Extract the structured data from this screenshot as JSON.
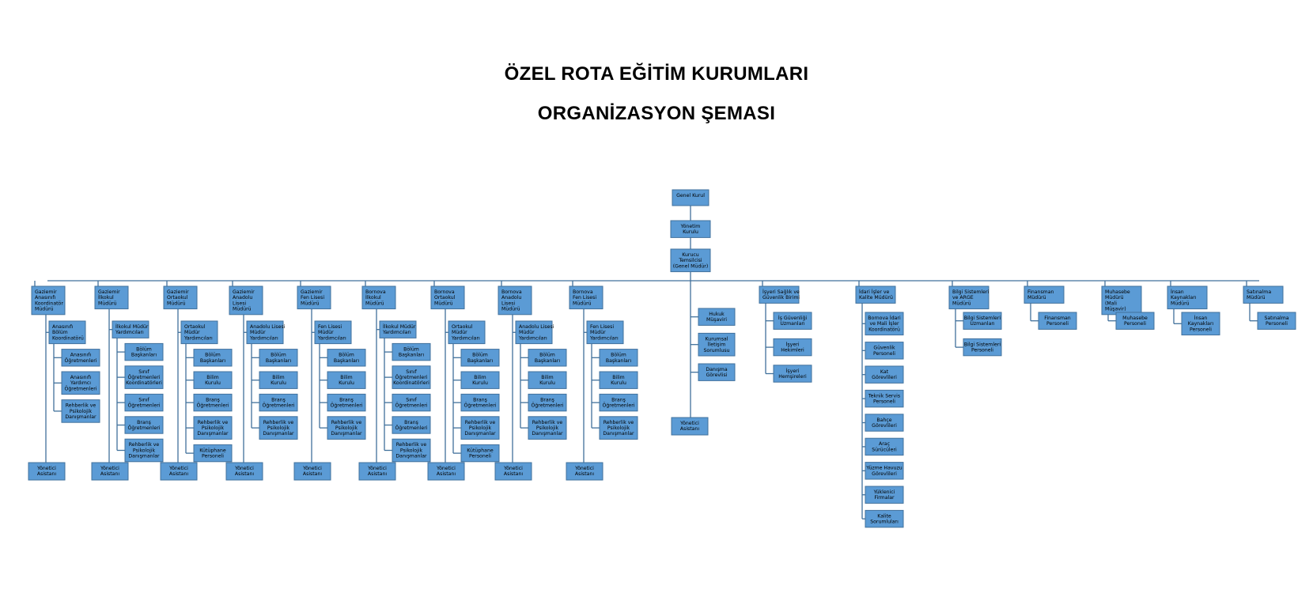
{
  "header": {
    "title": "ÖZEL ROTA EĞİTİM KURUMLARI",
    "subtitle": "ORGANİZASYON ŞEMASI"
  },
  "colors": {
    "box_fill": "#5b9bd5",
    "box_stroke": "#41719c",
    "line": "#41719c"
  },
  "top": [
    {
      "id": "genel-kurul",
      "label": [
        "Genel Kurul"
      ]
    },
    {
      "id": "yonetim-kurulu",
      "label": [
        "Yönetim",
        "Kurulu"
      ]
    },
    {
      "id": "kurucu-temsilcisi",
      "label": [
        "Kurucu",
        "Temsilcisi",
        "(Genel Müdür)"
      ]
    }
  ],
  "units": [
    {
      "id": "g-anasinifi",
      "head": [
        "Gaziemir",
        "Anasınıfı",
        "Koordinatör",
        "Müdürü"
      ],
      "deputy": [
        "Anasınıfı",
        "Bölüm",
        "Koordinatörü"
      ],
      "children": [
        [
          "Anasınıfı",
          "Öğretmenleri"
        ],
        [
          "Anasınıfı",
          "Yardımcı",
          "Öğretmenleri"
        ],
        [
          "Rehberlik ve",
          "Psikolojik",
          "Danışmanlar"
        ]
      ],
      "assistant": [
        "Yönetici",
        "Asistanı"
      ]
    },
    {
      "id": "g-ilkokul",
      "head": [
        "Gaziemir",
        "İlkokul",
        "Müdürü"
      ],
      "deputy": [
        "İlkokul Müdür",
        "Yardımcıları"
      ],
      "children": [
        [
          "Bölüm",
          "Başkanları"
        ],
        [
          "Sınıf",
          "Öğretmenleri",
          "Koordinatörleri"
        ],
        [
          "Sınıf",
          "Öğretmenleri"
        ],
        [
          "Branş",
          "Öğretmenleri"
        ],
        [
          "Rehberlik ve",
          "Psikolojik",
          "Danışmanlar"
        ]
      ],
      "assistant": [
        "Yönetici",
        "Asistanı"
      ]
    },
    {
      "id": "g-ortaokul",
      "head": [
        "Gaziemir",
        "Ortaokul",
        "Müdürü"
      ],
      "deputy": [
        "Ortaokul",
        "Müdür",
        "Yardımcıları"
      ],
      "children": [
        [
          "Bölüm",
          "Başkanları"
        ],
        [
          "Bilim",
          "Kurulu"
        ],
        [
          "Branş",
          "Öğretmenleri"
        ],
        [
          "Rehberlik ve",
          "Psikolojik",
          "Danışmanlar"
        ],
        [
          "Kütüphane",
          "Personeli"
        ]
      ],
      "assistant": [
        "Yönetici",
        "Asistanı"
      ]
    },
    {
      "id": "g-anadolu",
      "head": [
        "Gaziemir",
        "Anadolu",
        "Lisesi",
        "Müdürü"
      ],
      "deputy": [
        "Anadolu Lisesi",
        "Müdür",
        "Yardımcıları"
      ],
      "children": [
        [
          "Bölüm",
          "Başkanları"
        ],
        [
          "Bilim",
          "Kurulu"
        ],
        [
          "Branş",
          "Öğretmenleri"
        ],
        [
          "Rehberlik ve",
          "Psikolojik",
          "Danışmanlar"
        ]
      ],
      "assistant": [
        "Yönetici",
        "Asistanı"
      ]
    },
    {
      "id": "g-fen",
      "head": [
        "Gaziemir",
        "Fen Lisesi",
        "Müdürü"
      ],
      "deputy": [
        "Fen Lisesi",
        "Müdür",
        "Yardımcıları"
      ],
      "children": [
        [
          "Bölüm",
          "Başkanları"
        ],
        [
          "Bilim",
          "Kurulu"
        ],
        [
          "Branş",
          "Öğretmenleri"
        ],
        [
          "Rehberlik ve",
          "Psikolojik",
          "Danışmanlar"
        ]
      ],
      "assistant": [
        "Yönetici",
        "Asistanı"
      ]
    },
    {
      "id": "b-ilkokul",
      "head": [
        "Bornova",
        "İlkokul",
        "Müdürü"
      ],
      "deputy": [
        "İlkokul Müdür",
        "Yardımcıları"
      ],
      "children": [
        [
          "Bölüm",
          "Başkanları"
        ],
        [
          "Sınıf",
          "Öğretmenleri",
          "Koordinatörleri"
        ],
        [
          "Sınıf",
          "Öğretmenleri"
        ],
        [
          "Branş",
          "Öğretmenleri"
        ],
        [
          "Rehberlik ve",
          "Psikolojik",
          "Danışmanlar"
        ]
      ],
      "assistant": [
        "Yönetici",
        "Asistanı"
      ]
    },
    {
      "id": "b-ortaokul",
      "head": [
        "Bornova",
        "Ortaokul",
        "Müdürü"
      ],
      "deputy": [
        "Ortaokul",
        "Müdür",
        "Yardımcıları"
      ],
      "children": [
        [
          "Bölüm",
          "Başkanları"
        ],
        [
          "Bilim",
          "Kurulu"
        ],
        [
          "Branş",
          "Öğretmenleri"
        ],
        [
          "Rehberlik ve",
          "Psikolojik",
          "Danışmanlar"
        ],
        [
          "Kütüphane",
          "Personeli"
        ]
      ],
      "assistant": [
        "Yönetici",
        "Asistanı"
      ]
    },
    {
      "id": "b-anadolu",
      "head": [
        "Bornova",
        "Anadolu",
        "Lisesi",
        "Müdürü"
      ],
      "deputy": [
        "Anadolu Lisesi",
        "Müdür",
        "Yardımcıları"
      ],
      "children": [
        [
          "Bölüm",
          "Başkanları"
        ],
        [
          "Bilim",
          "Kurulu"
        ],
        [
          "Branş",
          "Öğretmenleri"
        ],
        [
          "Rehberlik ve",
          "Psikolojik",
          "Danışmanlar"
        ]
      ],
      "assistant": [
        "Yönetici",
        "Asistanı"
      ]
    },
    {
      "id": "b-fen",
      "head": [
        "Bornova",
        "Fen Lisesi",
        "Müdürü"
      ],
      "deputy": [
        "Fen Lisesi",
        "Müdür",
        "Yardımcıları"
      ],
      "children": [
        [
          "Bölüm",
          "Başkanları"
        ],
        [
          "Bilim",
          "Kurulu"
        ],
        [
          "Branş",
          "Öğretmenleri"
        ],
        [
          "Rehberlik ve",
          "Psikolojik",
          "Danışmanlar"
        ]
      ],
      "assistant": [
        "Yönetici",
        "Asistanı"
      ]
    }
  ],
  "center_branch": {
    "children": [
      [
        "Hukuk",
        "Müşaviri"
      ],
      [
        "Kurumsal",
        "İletişim",
        "Sorumlusu"
      ],
      [
        "Danışma",
        "Görevlisi"
      ]
    ],
    "assistant": [
      "Yönetici",
      "Asistanı"
    ]
  },
  "departments": [
    {
      "id": "isg",
      "head": [
        "İşyeri Sağlık ve",
        "Güvenlik Birimi"
      ],
      "children": [
        [
          "İş Güvenliği",
          "Uzmanları"
        ],
        [
          "İşyeri",
          "Hekimleri"
        ],
        [
          "İşyeri",
          "Hemşireleri"
        ]
      ]
    },
    {
      "id": "idari",
      "head": [
        "İdari İşler ve",
        "Kalite Müdürü"
      ],
      "children": [
        [
          "Bornova İdari",
          "ve Mali İşler",
          "Koordinatörü"
        ],
        [
          "Güvenlik",
          "Personeli"
        ],
        [
          "Kat",
          "Görevlileri"
        ],
        [
          "Teknik Servis",
          "Personeli"
        ],
        [
          "Bahçe",
          "Görevlileri"
        ],
        [
          "Araç",
          "Sürücüleri"
        ],
        [
          "Yüzme Havuzu",
          "Görevlileri"
        ],
        [
          "Yüklenici",
          "Firmalar"
        ],
        [
          "Kalite",
          "Sorumluları"
        ]
      ]
    },
    {
      "id": "bilgi",
      "head": [
        "Bilgi Sistemleri",
        "ve ARGE",
        "Müdürü"
      ],
      "children": [
        [
          "Bilgi Sistemleri",
          "Uzmanları"
        ],
        [
          "Bilgi Sistemleri",
          "Personeli"
        ]
      ]
    },
    {
      "id": "finans",
      "head": [
        "Finansman",
        "Müdürü"
      ],
      "children": [
        [
          "Finansman",
          "Personeli"
        ]
      ]
    },
    {
      "id": "muhasebe",
      "head": [
        "Muhasebe",
        "Müdürü",
        "(Mali",
        "Müşavir)"
      ],
      "children": [
        [
          "Muhasebe",
          "Personeli"
        ]
      ]
    },
    {
      "id": "ik",
      "head": [
        "İnsan",
        "Kaynakları",
        "Müdürü"
      ],
      "children": [
        [
          "İnsan",
          "Kaynakları",
          "Personeli"
        ]
      ]
    },
    {
      "id": "satinalma",
      "head": [
        "Satınalma",
        "Müdürü"
      ],
      "children": [
        [
          "Satınalma",
          "Personeli"
        ]
      ]
    }
  ]
}
